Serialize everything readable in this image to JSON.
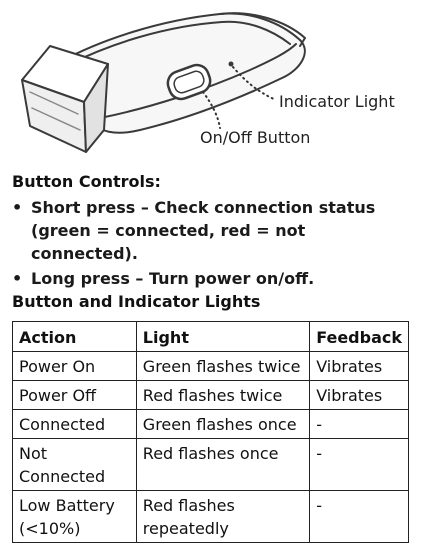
{
  "diagram": {
    "indicator_label": "Indicator Light",
    "button_label": "On/Off Button"
  },
  "button_controls": {
    "heading": "Button Controls:",
    "items": [
      {
        "bullet": "•",
        "text": "Short press – Check connection status (green = connected, red = not connected)."
      },
      {
        "bullet": "•",
        "text": "Long press – Turn power on/off."
      }
    ]
  },
  "lights_table": {
    "heading": "Button and Indicator Lights",
    "columns": [
      "Action",
      "Light",
      "Feedback"
    ],
    "rows": [
      [
        "Power On",
        "Green flashes twice",
        "Vibrates"
      ],
      [
        "Power Off",
        "Red flashes twice",
        "Vibrates"
      ],
      [
        "Connected",
        "Green flashes once",
        "-"
      ],
      [
        "Not Connected",
        "Red flashes once",
        "-"
      ],
      [
        "Low Battery (<10%)",
        "Red flashes repeatedly",
        "-"
      ]
    ]
  }
}
